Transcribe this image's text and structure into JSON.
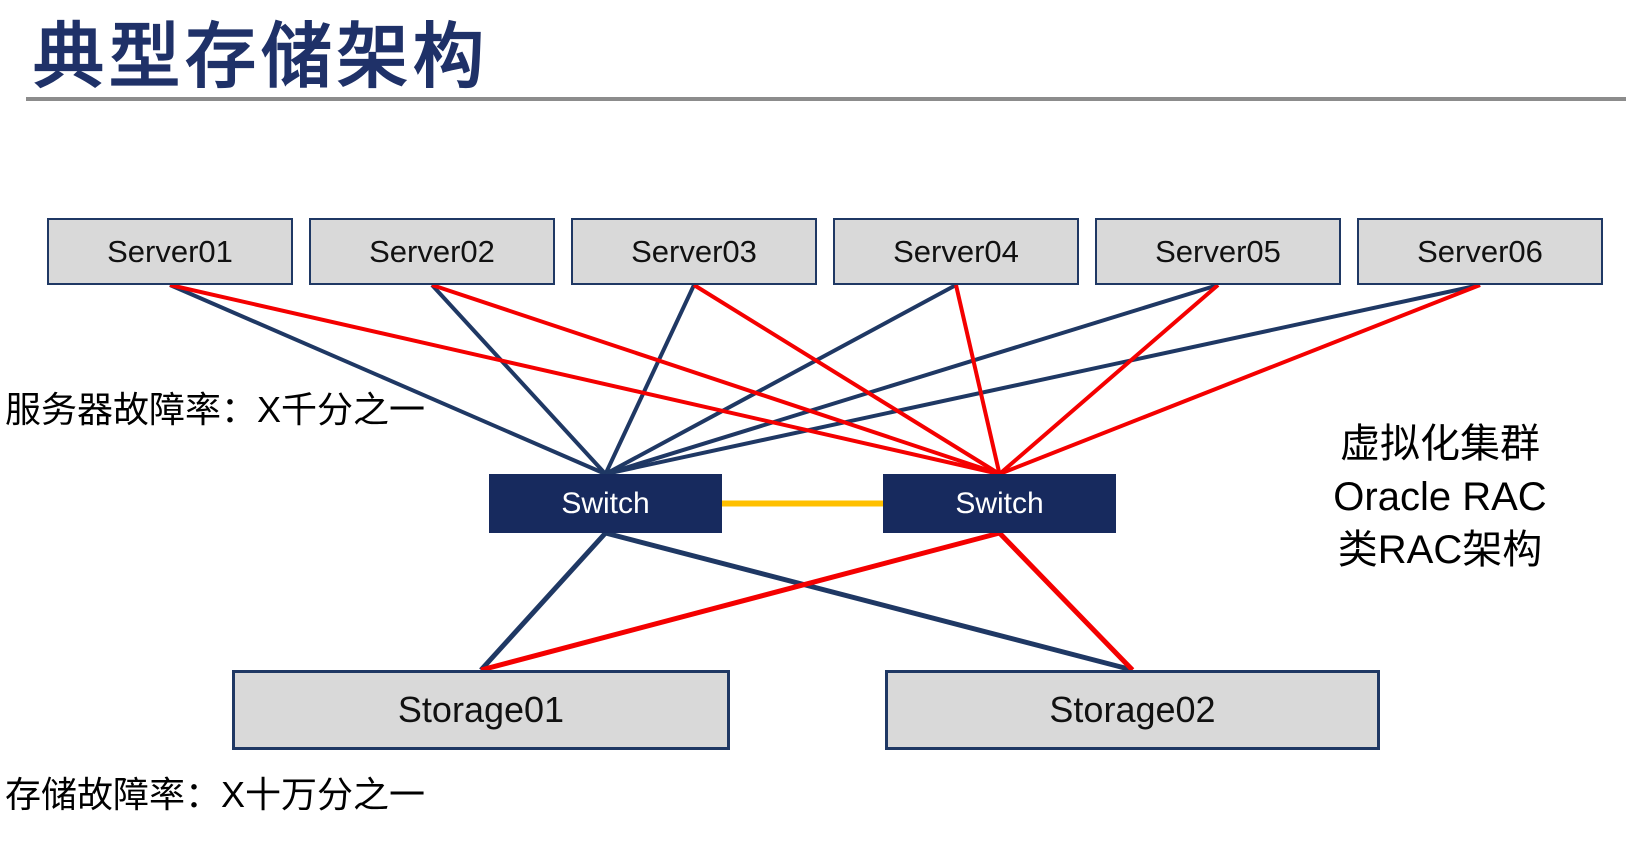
{
  "title": "典型存储架构",
  "servers": [
    {
      "label": "Server01"
    },
    {
      "label": "Server02"
    },
    {
      "label": "Server03"
    },
    {
      "label": "Server04"
    },
    {
      "label": "Server05"
    },
    {
      "label": "Server06"
    }
  ],
  "switches": [
    {
      "label": "Switch"
    },
    {
      "label": "Switch"
    }
  ],
  "storages": [
    {
      "label": "Storage01"
    },
    {
      "label": "Storage02"
    }
  ],
  "notes": {
    "server_failure_rate": "服务器故障率：X千分之一",
    "storage_failure_rate": "存储故障率：X十万分之一",
    "cluster": [
      "虚拟化集群",
      "Oracle RAC",
      "类RAC架构"
    ]
  },
  "colors": {
    "title": "#1F3168",
    "navy_line": "#1F3864",
    "red_line": "#F40000",
    "interswitch_link": "#FFC000",
    "box_fill": "#D9D9D9",
    "box_border": "#1F3864",
    "switch_fill": "#172A5E",
    "switch_text": "#FFFFFF",
    "separator": "#8C8C8C",
    "text": "#000000"
  },
  "topology": {
    "links": [
      {
        "from": "server-node-1",
        "fromAnchor": "bottom",
        "to": "switch-node-left",
        "toAnchor": "top",
        "color": "navy_line",
        "width": 4
      },
      {
        "from": "server-node-2",
        "fromAnchor": "bottom",
        "to": "switch-node-left",
        "toAnchor": "top",
        "color": "navy_line",
        "width": 4
      },
      {
        "from": "server-node-3",
        "fromAnchor": "bottom",
        "to": "switch-node-left",
        "toAnchor": "top",
        "color": "navy_line",
        "width": 4
      },
      {
        "from": "server-node-4",
        "fromAnchor": "bottom",
        "to": "switch-node-left",
        "toAnchor": "top",
        "color": "navy_line",
        "width": 4
      },
      {
        "from": "server-node-5",
        "fromAnchor": "bottom",
        "to": "switch-node-left",
        "toAnchor": "top",
        "color": "navy_line",
        "width": 4
      },
      {
        "from": "server-node-6",
        "fromAnchor": "bottom",
        "to": "switch-node-left",
        "toAnchor": "top",
        "color": "navy_line",
        "width": 4
      },
      {
        "from": "server-node-1",
        "fromAnchor": "bottom",
        "to": "switch-node-right",
        "toAnchor": "top",
        "color": "red_line",
        "width": 4
      },
      {
        "from": "server-node-2",
        "fromAnchor": "bottom",
        "to": "switch-node-right",
        "toAnchor": "top",
        "color": "red_line",
        "width": 4
      },
      {
        "from": "server-node-3",
        "fromAnchor": "bottom",
        "to": "switch-node-right",
        "toAnchor": "top",
        "color": "red_line",
        "width": 4
      },
      {
        "from": "server-node-4",
        "fromAnchor": "bottom",
        "to": "switch-node-right",
        "toAnchor": "top",
        "color": "red_line",
        "width": 4
      },
      {
        "from": "server-node-5",
        "fromAnchor": "bottom",
        "to": "switch-node-right",
        "toAnchor": "top",
        "color": "red_line",
        "width": 4
      },
      {
        "from": "server-node-6",
        "fromAnchor": "bottom",
        "to": "switch-node-right",
        "toAnchor": "top",
        "color": "red_line",
        "width": 4
      },
      {
        "from": "switch-node-left",
        "fromAnchor": "right",
        "to": "switch-node-right",
        "toAnchor": "left",
        "color": "interswitch_link",
        "width": 6
      },
      {
        "from": "switch-node-left",
        "fromAnchor": "bottom",
        "to": "storage-node-1",
        "toAnchor": "top",
        "color": "navy_line",
        "width": 5
      },
      {
        "from": "switch-node-left",
        "fromAnchor": "bottom",
        "to": "storage-node-2",
        "toAnchor": "top",
        "color": "navy_line",
        "width": 5
      },
      {
        "from": "switch-node-right",
        "fromAnchor": "bottom",
        "to": "storage-node-1",
        "toAnchor": "top",
        "color": "red_line",
        "width": 5
      },
      {
        "from": "switch-node-right",
        "fromAnchor": "bottom",
        "to": "storage-node-2",
        "toAnchor": "top",
        "color": "red_line",
        "width": 5
      }
    ]
  }
}
